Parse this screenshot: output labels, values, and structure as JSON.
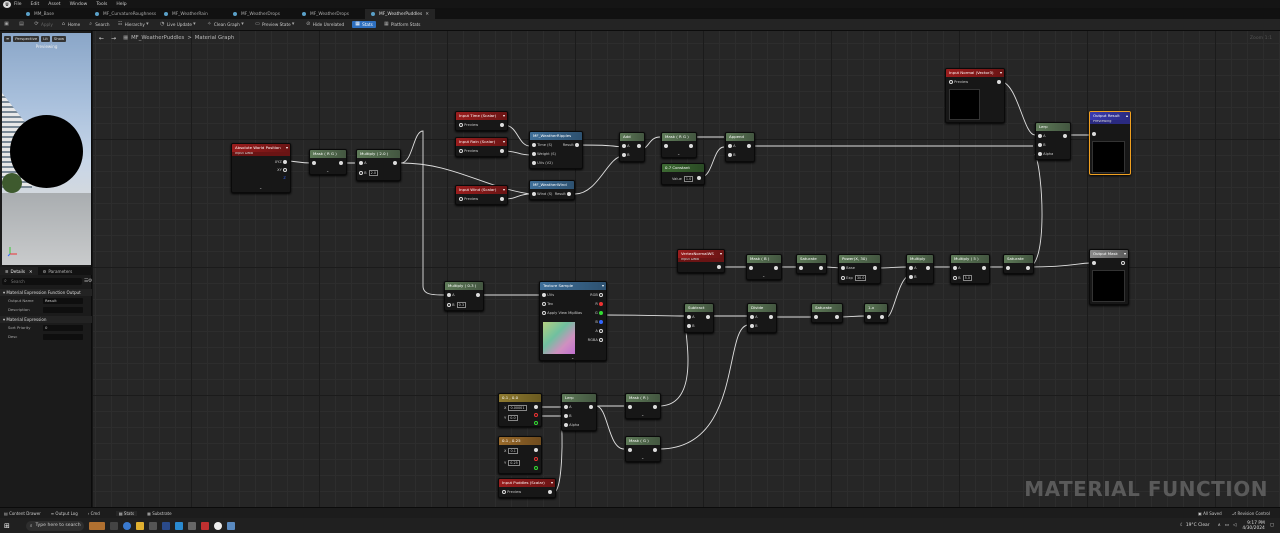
{
  "menu": [
    "File",
    "Edit",
    "Asset",
    "Window",
    "Tools",
    "Help"
  ],
  "tabs": [
    {
      "label": "MM_Base",
      "active": false
    },
    {
      "label": "MF_CurvatureRoughness",
      "active": false
    },
    {
      "label": "MF_WeatherRain",
      "active": false
    },
    {
      "label": "MF_WeatherDrops",
      "active": false
    },
    {
      "label": "MF_WeatherDrops",
      "active": false
    },
    {
      "label": "MF_WeatherPuddles",
      "active": true
    }
  ],
  "toolbar": {
    "apply": "Apply",
    "home": "Home",
    "search": "Search",
    "hierarchy": "Hierarchy",
    "live_update": "Live Update",
    "clean_graph": "Clean Graph",
    "preview_state": "Preview State",
    "hide_unrelated": "Hide Unrelated",
    "stats": "Stats",
    "platform_stats": "Platform Stats"
  },
  "viewport": {
    "perspective": "Perspective",
    "lit": "Lit",
    "show": "Show",
    "previewing": "Previewing"
  },
  "panel": {
    "tabs": [
      "Details",
      "Parameters"
    ],
    "search_placeholder": "Search",
    "sections": [
      {
        "title": "Material Expression Function Output",
        "rows": [
          {
            "label": "Output Name",
            "value": "Result"
          },
          {
            "label": "Description",
            "value": ""
          }
        ]
      },
      {
        "title": "Material Expression",
        "rows": [
          {
            "label": "Sort Priority",
            "value": "0"
          },
          {
            "label": "Desc",
            "value": ""
          }
        ]
      }
    ]
  },
  "graph": {
    "breadcrumb_asset": "MF_WeatherPuddles",
    "breadcrumb_sep": ">",
    "breadcrumb_graph": "Material Graph",
    "zoom": "Zoom 1:1",
    "watermark": "MATERIAL FUNCTION"
  },
  "nodes": {
    "awp": {
      "title": "Absolute World Position",
      "sub": "Input Data",
      "pins": [
        "XYZ",
        "XY",
        "Z"
      ]
    },
    "mask1": {
      "title": "Mask ( R G )"
    },
    "mul1": {
      "title": "Multiply ( 2.0 )",
      "a": "A",
      "b": "B",
      "bval": "2.0"
    },
    "itime": {
      "title": "Input Time (Scalar)",
      "preview": "Preview"
    },
    "irain": {
      "title": "Input Rain (Scalar)",
      "preview": "Preview"
    },
    "iwind": {
      "title": "Input Wind (Scalar)",
      "preview": "Preview"
    },
    "ripples": {
      "title": "MF_WeatherRipples",
      "pins": [
        "Time (S)",
        "Weight (S)",
        "UVs (V2)"
      ],
      "out": "Result"
    },
    "wind": {
      "title": "MF_WeatherWind",
      "pin": "Wind (S)",
      "out": "Result"
    },
    "add": {
      "title": "Add",
      "a": "A",
      "b": "B"
    },
    "mask2": {
      "title": "Mask ( R G )"
    },
    "append": {
      "title": "Append",
      "a": "A",
      "b": "B"
    },
    "constant": {
      "title": "0.7 Constant",
      "pin": "Value",
      "val": "1.0"
    },
    "inormal": {
      "title": "Input Normal (Vector3)",
      "preview": "Preview"
    },
    "lerp1": {
      "title": "Lerp",
      "a": "A",
      "b": "B",
      "alpha": "Alpha"
    },
    "outres": {
      "title": "Output Result",
      "sub": "Previewing"
    },
    "outmask": {
      "title": "Output Mask"
    },
    "vnormal": {
      "title": "VertexNormalWS",
      "sub": "Input Data"
    },
    "maskb": {
      "title": "Mask ( B )"
    },
    "sat1": {
      "title": "Saturate"
    },
    "power": {
      "title": "Power(X, 30)",
      "base": "Base",
      "exp": "Exp",
      "expval": "30.0"
    },
    "mulx": {
      "title": "Multiply"
    },
    "mul5": {
      "title": "Multiply ( 5 )",
      "a": "A",
      "b": "B",
      "bval": "5.0"
    },
    "sat2": {
      "title": "Saturate"
    },
    "mul3": {
      "title": "Multiply ( 0.3 )",
      "a": "A",
      "b": "B",
      "bval": "0.3"
    },
    "tex": {
      "title": "Texture Sample",
      "pins": [
        "UVs",
        "Tex",
        "Apply View MipBias"
      ],
      "outs": [
        "RGB",
        "R",
        "G",
        "B",
        "A",
        "RGBA"
      ]
    },
    "subtract": {
      "title": "Subtract",
      "a": "A",
      "b": "B"
    },
    "divide": {
      "title": "Divide",
      "a": "A",
      "b": "B"
    },
    "sat3": {
      "title": "Saturate"
    },
    "oneminus": {
      "title": "1-x"
    },
    "p1": {
      "title": "0.1 , 0.0",
      "x": "X",
      "xval": "0.00001",
      "y": "Y",
      "yval": "0.0"
    },
    "p2": {
      "title": "0.1 , 0.25",
      "x": "X",
      "xval": "0.1",
      "y": "Y",
      "yval": "0.25"
    },
    "lerp2": {
      "title": "Lerp",
      "a": "A",
      "b": "B",
      "alpha": "Alpha"
    },
    "maskr": {
      "title": "Mask ( R )"
    },
    "maskg": {
      "title": "Mask ( G )"
    },
    "ipuddles": {
      "title": "Input Puddles (Scalar)",
      "preview": "Preview"
    }
  },
  "status": {
    "tabs": [
      "Stats",
      "Substrate"
    ],
    "items": [
      "Content Drawer",
      "Output Log",
      "Cmd"
    ],
    "right": [
      "All Saved",
      "Revision Control"
    ]
  },
  "taskbar": {
    "search": "Type here to search",
    "weather": "19°C  Clear",
    "time": "9:17 PM",
    "date": "4/30/2024"
  },
  "colors": {
    "accent": "#2e6fbf",
    "header_red": "#9a1d1d",
    "header_green": "#5e7a58",
    "selection": "#f0a020"
  }
}
